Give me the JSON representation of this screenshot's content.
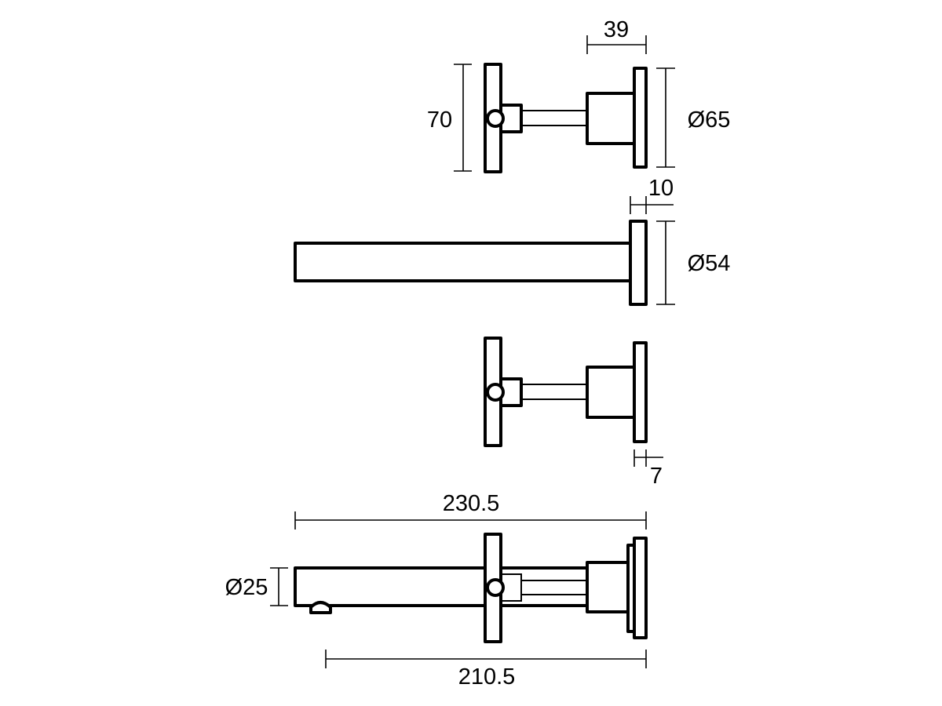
{
  "title": "Wall mixer set technical drawing",
  "dimensions": {
    "handle_height": "70",
    "body_depth": "39",
    "valve_flange_diameter": "Ø65",
    "spout_flange_thickness": "10",
    "spout_flange_diameter": "Ø54",
    "valve_flange_thickness": "7",
    "overall_length": "230.5",
    "spout_diameter": "Ø25",
    "outlet_length": "210.5"
  },
  "colors": {
    "line": "#000000",
    "background": "#ffffff"
  }
}
